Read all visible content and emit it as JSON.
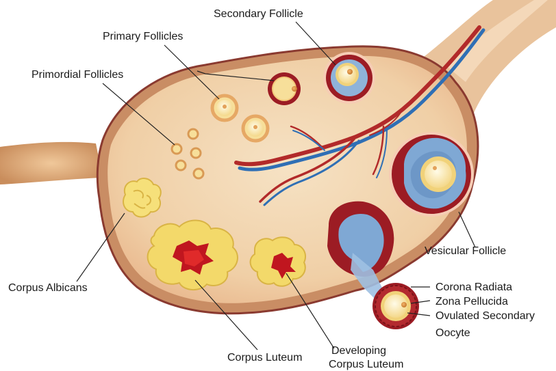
{
  "labels": {
    "secondary_follicle": "Secondary Follicle",
    "primary_follicles": "Primary Follicles",
    "primordial_follicles": "Primordial Follicles",
    "vesicular_follicle": "Vesicular Follicle",
    "corpus_albicans": "Corpus Albicans",
    "corpus_luteum": "Corpus Luteum",
    "developing_corpus_luteum": [
      "Developing",
      "Corpus Luteum"
    ],
    "corona_radiata": "Corona Radiata",
    "zona_pellucida": "Zona Pellucida",
    "ovulated_secondary_oocyte": [
      "Ovulated Secondary",
      "Oocyte"
    ]
  },
  "colors": {
    "stroma": "#f2d6b0",
    "capsule": "#c9956b",
    "capsule_edge": "#8a2e2e",
    "follicle_red": "#9c1c24",
    "antrum_blue": "#7fa8d4",
    "oocyte_yellow": "#f7df9a",
    "corpus_yellow": "#f3d96a",
    "vessel_red": "#b22a2a",
    "vessel_blue": "#2f6fb5",
    "leader_line": "#222222"
  }
}
